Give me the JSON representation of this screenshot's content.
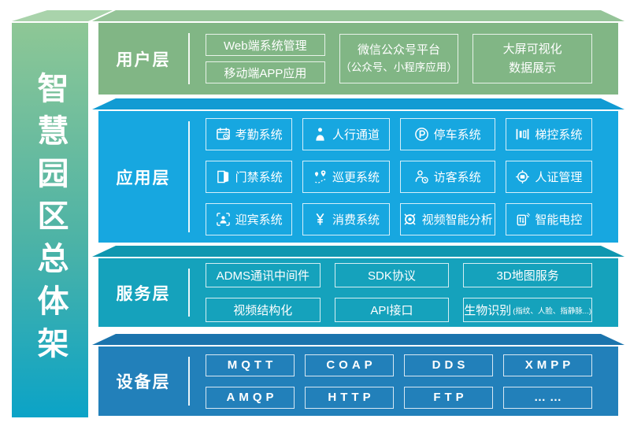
{
  "banner": {
    "title": "智慧园区总体架",
    "colors": {
      "top": "#8ec795",
      "mid": "#4db3a6",
      "bottom": "#0ba3c7",
      "lid": "#a9d3ab"
    }
  },
  "layers": {
    "user": {
      "label": "用户层",
      "colors": {
        "face": "#81b685",
        "lid": "#95c498"
      },
      "boxes": {
        "web": "Web端系统管理",
        "mobile": "移动端APP应用",
        "wechat_line1": "微信公众号平台",
        "wechat_line2": "（公众号、小程序应用）",
        "screen_line1": "大屏可视化",
        "screen_line2": "数据展示"
      }
    },
    "application": {
      "label": "应用层",
      "colors": {
        "face": "#17a7e0",
        "lid": "#119bd3"
      },
      "items": [
        {
          "icon": "calendar-icon",
          "label": "考勤系统"
        },
        {
          "icon": "person-icon",
          "label": "人行通道"
        },
        {
          "icon": "parking-icon",
          "label": "停车系统"
        },
        {
          "icon": "elevator-icon",
          "label": "梯控系统"
        },
        {
          "icon": "door-icon",
          "label": "门禁系统"
        },
        {
          "icon": "patrol-route-icon",
          "label": "巡更系统"
        },
        {
          "icon": "visitor-icon",
          "label": "访客系统"
        },
        {
          "icon": "id-target-icon",
          "label": "人证管理"
        },
        {
          "icon": "face-scan-icon",
          "label": "迎宾系统"
        },
        {
          "icon": "yen-icon",
          "label": "消费系统"
        },
        {
          "icon": "crosshair-icon",
          "label": "视频智能分析"
        },
        {
          "icon": "remote-power-icon",
          "label": "智能电控"
        }
      ]
    },
    "service": {
      "label": "服务层",
      "colors": {
        "face": "#15a2bc",
        "lid": "#0f97b0"
      },
      "items": [
        {
          "label": "ADMS通讯中间件"
        },
        {
          "label": "SDK协议"
        },
        {
          "label": "3D地图服务"
        },
        {
          "label": "视频结构化"
        },
        {
          "label": "API接口"
        },
        {
          "label": "生物识别",
          "note": "(指纹、人脸、指静脉...)"
        }
      ]
    },
    "device": {
      "label": "设备层",
      "colors": {
        "face": "#2280ba",
        "lid": "#1b74ad"
      },
      "items": [
        {
          "label": "MQTT"
        },
        {
          "label": "COAP"
        },
        {
          "label": "DDS"
        },
        {
          "label": "XMPP"
        },
        {
          "label": "AMQP"
        },
        {
          "label": "HTTP"
        },
        {
          "label": "FTP"
        },
        {
          "label": "……"
        }
      ]
    }
  }
}
